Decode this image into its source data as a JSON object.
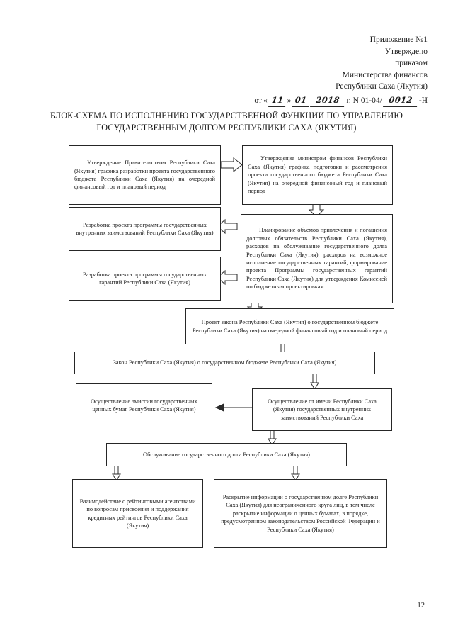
{
  "document": {
    "header": {
      "lines": [
        "Приложение №1",
        "Утверждено",
        "приказом",
        "Министерства финансов",
        "Республики Саха (Якутия)"
      ],
      "order_line": {
        "prefix": "от",
        "quote_open": "«",
        "day": "11",
        "quote_close": "»",
        "month": "01",
        "year": "2018",
        "year_suffix": "г. N 01-04/",
        "number": "0012",
        "number_suffix": "-Н"
      }
    },
    "title": "БЛОК-СХЕМА ПО ИСПОЛНЕНИЮ ГОСУДАРСТВЕННОЙ ФУНКЦИИ ПО УПРАВЛЕНИЮ ГОСУДАРСТВЕННЫМ ДОЛГОМ РЕСПУБЛИКИ САХА (ЯКУТИЯ)",
    "page_number": "12"
  },
  "chart_data": {
    "type": "diagram",
    "title": "БЛОК-СХЕМА ПО ИСПОЛНЕНИЮ ГОСУДАРСТВЕННОЙ ФУНКЦИИ ПО УПРАВЛЕНИЮ ГОСУДАРСТВЕННЫМ ДОЛГОМ РЕСПУБЛИКИ САХА (ЯКУТИЯ)",
    "nodes": [
      {
        "id": "n1",
        "label": "Утверждение Правительством Республики Саха (Якутия) графика разработки проекта государственного бюджета Республики Саха (Якутия) на очередной финансовый год и плановый период"
      },
      {
        "id": "n2",
        "label": "Утверждение министром финансов Республики Саха (Якутия) графика подготовки и рассмотрения проекта государственного бюджета Республики Саха (Якутия) на очередной финансовый год и плановый период"
      },
      {
        "id": "n3",
        "label": "Разработка проекта программы государственных внутренних заимствований Республики Саха (Якутия)"
      },
      {
        "id": "n4",
        "label": "Разработка проекта программы государственных гарантий Республики Саха (Якутия)"
      },
      {
        "id": "n5",
        "label": "Планирование объемов привлечения и погашения долговых обязательств Республики Саха (Якутия), расходов на обслуживание государственного долга Республики Саха (Якутия), расходов на возможное исполнение государственных гарантий, формирование проекта Программы государственных гарантий Республики Саха (Якутия) для утверждения Комиссией по бюджетным проектировкам"
      },
      {
        "id": "n6",
        "label": "Проект закона Республики Саха (Якутия) о государственном бюджете Республики Саха (Якутия) на очередной финансовый год и плановый период"
      },
      {
        "id": "n7",
        "label": "Закон  Республики Саха (Якутия) о государственном бюджете Республики Саха (Якутия)"
      },
      {
        "id": "n8",
        "label": "Осуществление эмиссии государственных ценных бумаг Республики Саха (Якутия)"
      },
      {
        "id": "n9",
        "label": "Осуществление от имени Республики Саха (Якутия) государственных внутренних заимствований Республики Саха"
      },
      {
        "id": "n10",
        "label": "Обслуживание государственного долга Республики Саха (Якутия)"
      },
      {
        "id": "n11",
        "label": "Взаимодействие с рейтинговыми агентствами по вопросам присвоения и поддержания кредитных рейтингов Республики Саха (Якутия)"
      },
      {
        "id": "n12",
        "label": "Раскрытие информации о государственном долге Республики Саха (Якутия) для неограниченного круга лиц, в том числе раскрытие информации о ценных бумагах, в порядке, предусмотренном законодательством Российской Федерации и Республики Саха (Якутия)"
      }
    ],
    "edges": [
      {
        "from": "n1",
        "to": "n2",
        "direction": "right"
      },
      {
        "from": "n2",
        "to": "n5",
        "direction": "down"
      },
      {
        "from": "n5",
        "to": "n3",
        "direction": "left"
      },
      {
        "from": "n5",
        "to": "n4",
        "direction": "left"
      },
      {
        "from": "n5",
        "to": "n6",
        "direction": "down"
      },
      {
        "from": "n6",
        "to": "n7",
        "direction": "down"
      },
      {
        "from": "n7",
        "to": "n9",
        "direction": "down"
      },
      {
        "from": "n9",
        "to": "n8",
        "direction": "left"
      },
      {
        "from": "n9",
        "to": "n10",
        "direction": "down"
      },
      {
        "from": "n10",
        "to": "n11",
        "direction": "down"
      },
      {
        "from": "n10",
        "to": "n12",
        "direction": "down"
      }
    ]
  }
}
